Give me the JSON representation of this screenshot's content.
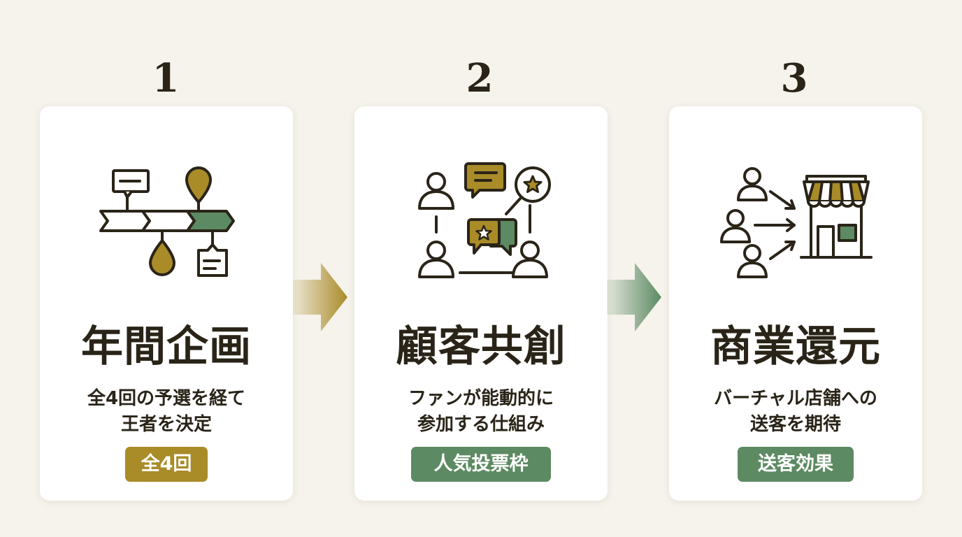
{
  "steps": [
    {
      "number": "1",
      "title": "年間企画",
      "desc_line1": "全4回の予選を経て",
      "desc_line2": "王者を決定",
      "badge": "全4回",
      "badge_color": "#a98b28",
      "icon": "timeline-milestones-icon"
    },
    {
      "number": "2",
      "title": "顧客共創",
      "desc_line1": "ファンが能動的に",
      "desc_line2": "参加する仕組み",
      "badge": "人気投票枠",
      "badge_color": "#5c8a62",
      "icon": "community-voting-icon"
    },
    {
      "number": "3",
      "title": "商業還元",
      "desc_line1": "バーチャル店舗への",
      "desc_line2": "送客を期待",
      "badge": "送客効果",
      "badge_color": "#5c8a62",
      "icon": "customers-to-store-icon"
    }
  ],
  "colors": {
    "background": "#f6f3ec",
    "gold": "#a98b28",
    "green": "#5c8a62",
    "ink": "#2a2418"
  }
}
